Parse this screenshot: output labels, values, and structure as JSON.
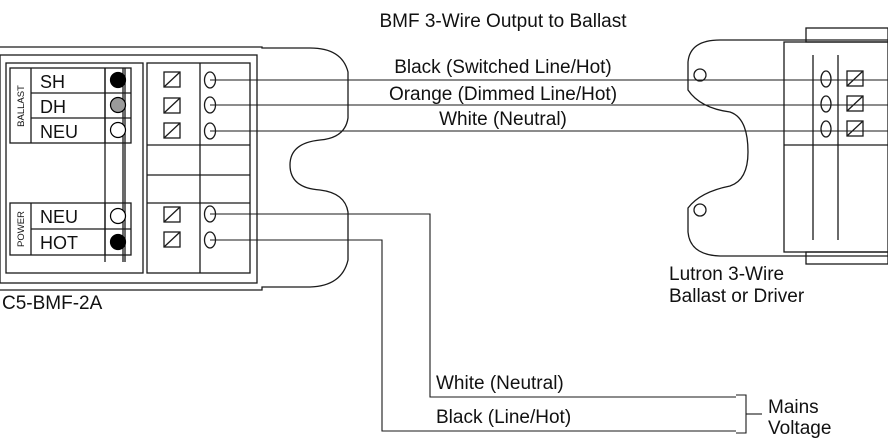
{
  "title": "BMF 3-Wire Output to Ballast",
  "device": {
    "name": "C5-BMF-2A",
    "ballast_group": "BALLAST",
    "power_group": "POWER",
    "ballast_terminals": [
      {
        "label": "SH",
        "color": "#000000"
      },
      {
        "label": "DH",
        "color": "#9a9a9a"
      },
      {
        "label": "NEU",
        "color": "#ffffff"
      }
    ],
    "power_terminals": [
      {
        "label": "NEU",
        "color": "#ffffff"
      },
      {
        "label": "HOT",
        "color": "#000000"
      }
    ]
  },
  "output_wires": [
    "Black (Switched Line/Hot)",
    "Orange (Dimmed Line/Hot)",
    "White (Neutral)"
  ],
  "ballast": {
    "line1": "Lutron 3-Wire",
    "line2": "Ballast or Driver"
  },
  "mains_wires": [
    "White (Neutral)",
    "Black (Line/Hot)"
  ],
  "mains": {
    "line1": "Mains",
    "line2": "Voltage"
  }
}
